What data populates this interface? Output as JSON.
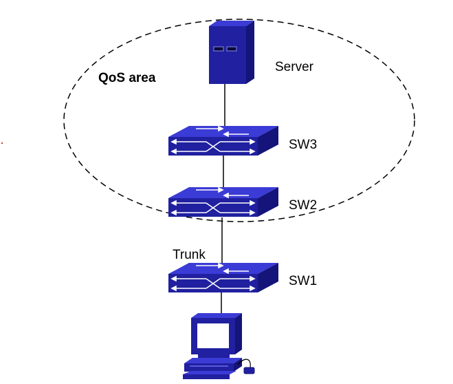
{
  "area_label": "QoS area",
  "nodes": {
    "server": "Server",
    "sw3": "SW3",
    "sw2": "SW2",
    "sw1": "SW1"
  },
  "link_label": "Trunk",
  "colors": {
    "device_top": "#3b3bd6",
    "device_front": "#2020a0",
    "device_side": "#14147a",
    "arrow": "#ffffff",
    "stray_mark": "#c0392b"
  }
}
